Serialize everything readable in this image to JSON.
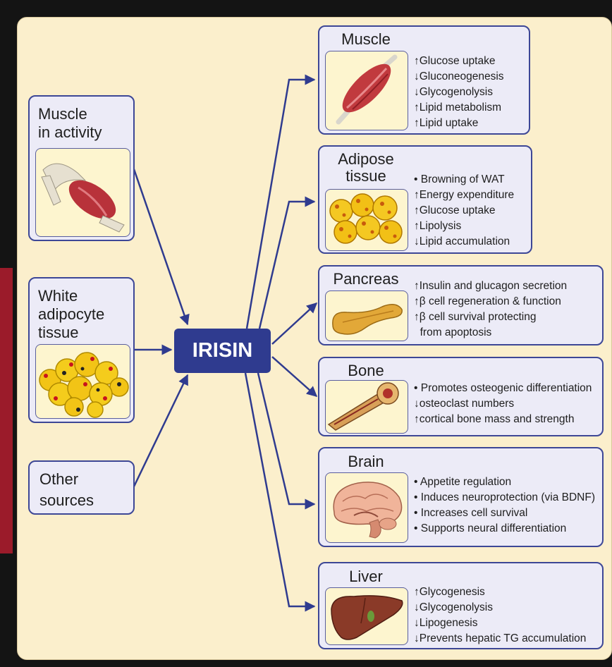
{
  "center": {
    "label": "IRISIN"
  },
  "sources": [
    {
      "id": "muscle",
      "title": "Muscle\nin activity"
    },
    {
      "id": "white-adipocyte",
      "title": "White\nadipocyte\ntissue"
    },
    {
      "id": "other",
      "title": "Other\nsources"
    }
  ],
  "targets": [
    {
      "id": "muscle",
      "title": "Muscle",
      "effects": [
        "↑Glucose uptake",
        "↓Gluconeogenesis",
        "↓Glycogenolysis",
        "↑Lipid metabolism",
        "↑Lipid uptake"
      ]
    },
    {
      "id": "adipose",
      "title": "Adipose\ntissue",
      "effects": [
        "• Browning of WAT",
        "↑Energy expenditure",
        "↑Glucose uptake",
        "↑Lipolysis",
        "↓Lipid accumulation"
      ]
    },
    {
      "id": "pancreas",
      "title": "Pancreas",
      "effects": [
        "↑Insulin and glucagon secretion",
        "↑β cell regeneration & function",
        "↑β cell survival protecting",
        "  from apoptosis"
      ]
    },
    {
      "id": "bone",
      "title": "Bone",
      "effects": [
        "• Promotes osteogenic differentiation",
        "↓osteoclast numbers",
        "↑cortical bone mass and strength"
      ]
    },
    {
      "id": "brain",
      "title": "Brain",
      "effects": [
        "• Appetite regulation",
        "• Induces neuroprotection (via BDNF)",
        "• Increases cell survival",
        "• Supports neural differentiation"
      ]
    },
    {
      "id": "liver",
      "title": "Liver",
      "effects": [
        "↑Glycogenesis",
        "↓Glycogenolysis",
        "↓Lipogenesis",
        "↓Prevents hepatic TG accumulation"
      ]
    }
  ],
  "colors": {
    "panel_bg": "#fbefcc",
    "box_bg": "#ecebf7",
    "box_border": "#3d4796",
    "arrow": "#2f3b8f",
    "irisin_bg": "#2f3b8f",
    "side_strip": "#9b1b2a"
  },
  "icons": [
    "muscle-illustration",
    "fat-cells-illustration",
    "pancreas-illustration",
    "bone-illustration",
    "brain-illustration",
    "liver-illustration"
  ]
}
